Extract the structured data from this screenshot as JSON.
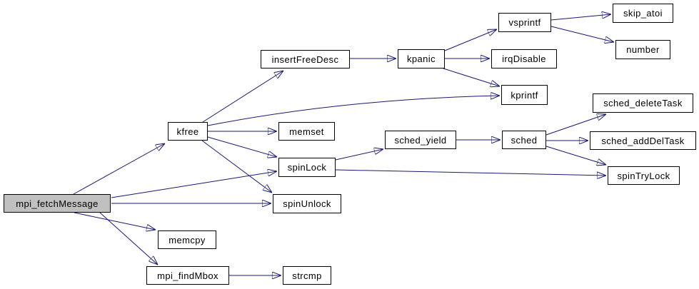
{
  "diagram": {
    "kind": "function-call-graph",
    "background_color": "#ffffff",
    "edge_color": "#191970",
    "node_border_color": "#000000",
    "node_fill_color": "#ffffff",
    "root_node_fill_color": "#c0c0c0",
    "text_color": "#000000"
  },
  "nodes": [
    {
      "id": "mpi_fetchMessage",
      "label": "mpi_fetchMessage",
      "root": true
    },
    {
      "id": "kfree",
      "label": "kfree",
      "root": false
    },
    {
      "id": "insertFreeDesc",
      "label": "insertFreeDesc",
      "root": false
    },
    {
      "id": "kpanic",
      "label": "kpanic",
      "root": false
    },
    {
      "id": "vsprintf",
      "label": "vsprintf",
      "root": false
    },
    {
      "id": "skip_atoi",
      "label": "skip_atoi",
      "root": false
    },
    {
      "id": "number",
      "label": "number",
      "root": false
    },
    {
      "id": "irqDisable",
      "label": "irqDisable",
      "root": false
    },
    {
      "id": "kprintf",
      "label": "kprintf",
      "root": false
    },
    {
      "id": "memset",
      "label": "memset",
      "root": false
    },
    {
      "id": "sched_yield",
      "label": "sched_yield",
      "root": false
    },
    {
      "id": "sched",
      "label": "sched",
      "root": false
    },
    {
      "id": "sched_deleteTask",
      "label": "sched_deleteTask",
      "root": false
    },
    {
      "id": "sched_addDelTask",
      "label": "sched_addDelTask",
      "root": false
    },
    {
      "id": "spinTryLock",
      "label": "spinTryLock",
      "root": false
    },
    {
      "id": "spinLock",
      "label": "spinLock",
      "root": false
    },
    {
      "id": "spinUnlock",
      "label": "spinUnlock",
      "root": false
    },
    {
      "id": "memcpy",
      "label": "memcpy",
      "root": false
    },
    {
      "id": "mpi_findMbox",
      "label": "mpi_findMbox",
      "root": false
    },
    {
      "id": "strcmp",
      "label": "strcmp",
      "root": false
    }
  ],
  "edges": [
    {
      "from": "mpi_fetchMessage",
      "to": "kfree"
    },
    {
      "from": "mpi_fetchMessage",
      "to": "spinLock"
    },
    {
      "from": "mpi_fetchMessage",
      "to": "spinUnlock"
    },
    {
      "from": "mpi_fetchMessage",
      "to": "memcpy"
    },
    {
      "from": "mpi_fetchMessage",
      "to": "mpi_findMbox"
    },
    {
      "from": "kfree",
      "to": "insertFreeDesc"
    },
    {
      "from": "kfree",
      "to": "kprintf"
    },
    {
      "from": "kfree",
      "to": "memset"
    },
    {
      "from": "kfree",
      "to": "spinLock"
    },
    {
      "from": "kfree",
      "to": "spinUnlock"
    },
    {
      "from": "insertFreeDesc",
      "to": "kpanic"
    },
    {
      "from": "kpanic",
      "to": "vsprintf"
    },
    {
      "from": "kpanic",
      "to": "irqDisable"
    },
    {
      "from": "kpanic",
      "to": "kprintf"
    },
    {
      "from": "vsprintf",
      "to": "skip_atoi"
    },
    {
      "from": "vsprintf",
      "to": "number"
    },
    {
      "from": "sched_yield",
      "to": "sched"
    },
    {
      "from": "sched",
      "to": "sched_deleteTask"
    },
    {
      "from": "sched",
      "to": "sched_addDelTask"
    },
    {
      "from": "sched",
      "to": "spinTryLock"
    },
    {
      "from": "spinLock",
      "to": "sched_yield"
    },
    {
      "from": "spinLock",
      "to": "spinTryLock"
    },
    {
      "from": "mpi_findMbox",
      "to": "strcmp"
    }
  ]
}
